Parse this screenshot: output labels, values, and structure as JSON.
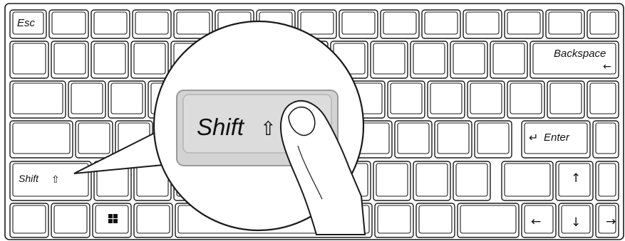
{
  "keyboard": {
    "keys": {
      "esc": "Esc",
      "backspace": "Backspace",
      "backspace_arrow": "←",
      "enter": "Enter",
      "enter_arrow": "↵",
      "shift_left": "Shift",
      "shift_left_icon": "⇧",
      "windows_icon": "windows-logo",
      "arrow_up": "↑",
      "arrow_left": "←",
      "arrow_down": "↓",
      "arrow_right": "→"
    },
    "callout": {
      "label": "Shift",
      "icon": "⇧",
      "key_color": "#d0d0d0",
      "key_border": "#9a9a9a"
    }
  }
}
